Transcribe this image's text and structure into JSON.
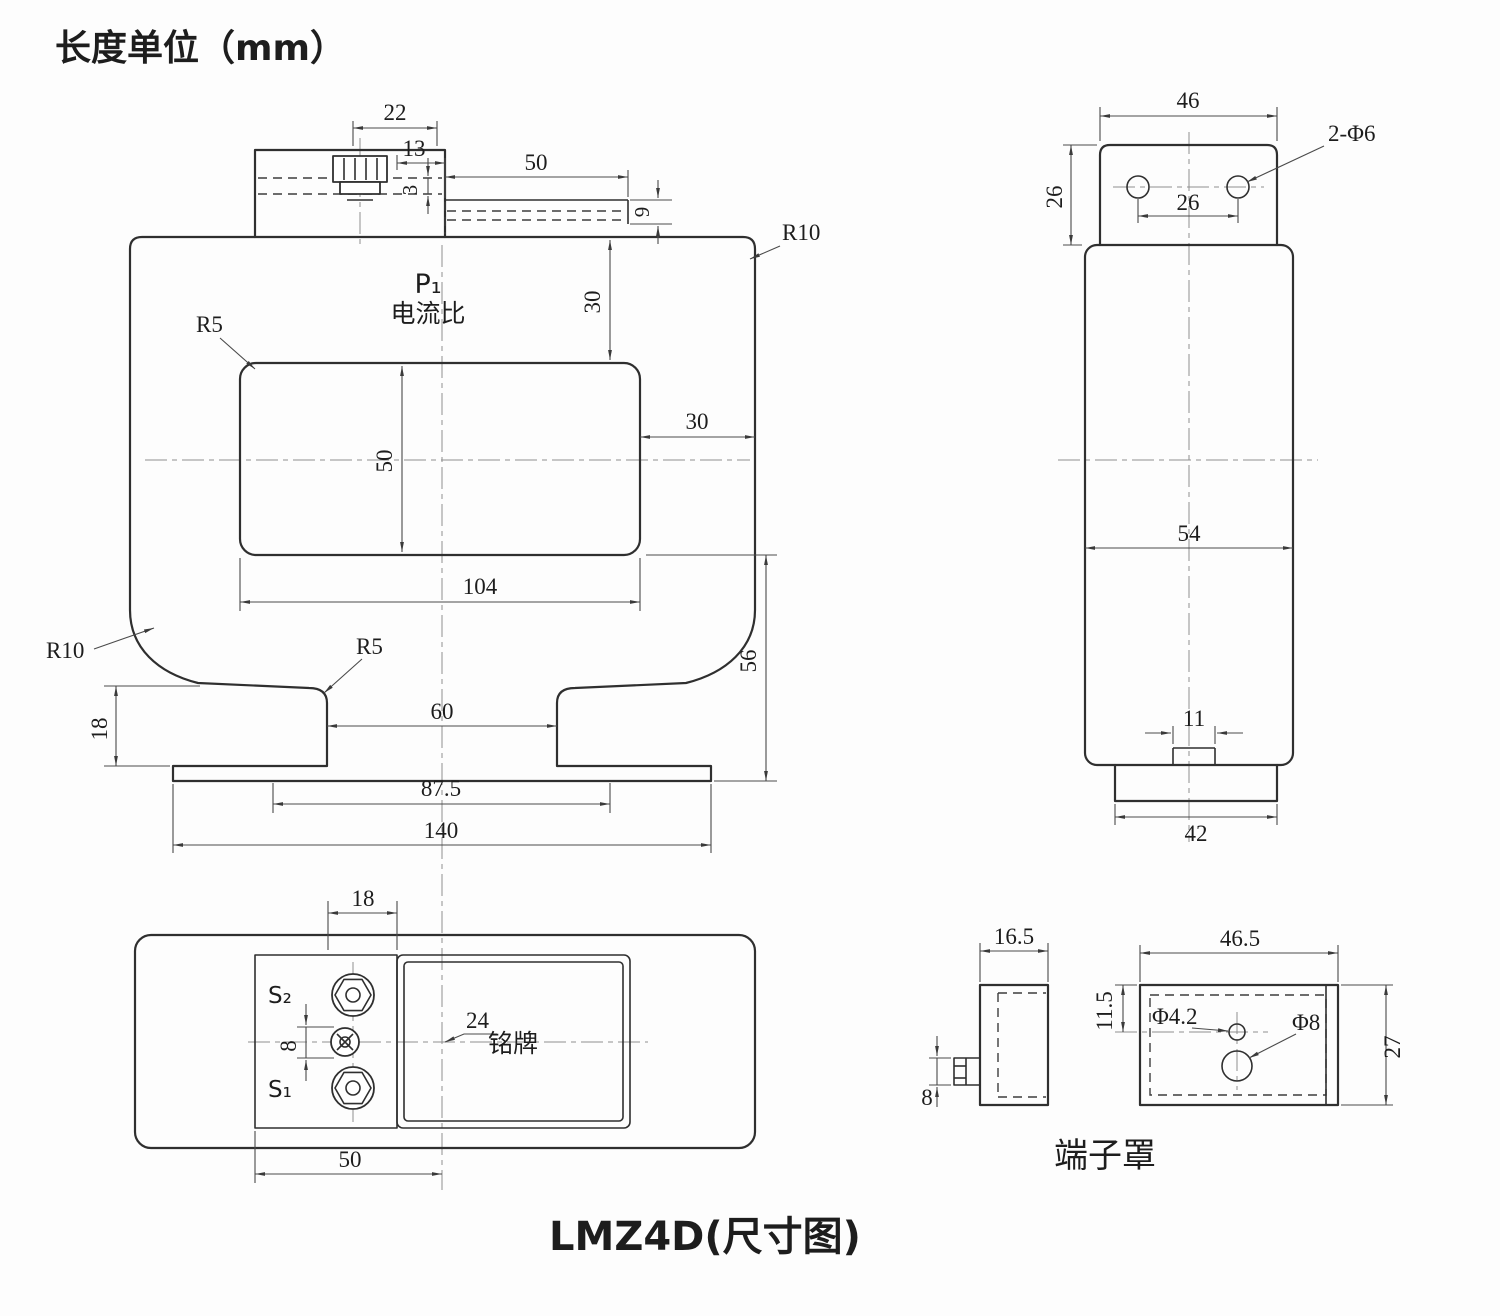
{
  "page": {
    "unit_label": "长度单位（mm）",
    "title": "LMZ4D(尺寸图)"
  },
  "front_view": {
    "p1": "P₁",
    "current_ratio": "电流比",
    "dim_22": "22",
    "dim_13": "13",
    "dim_3": "3",
    "dim_50_top": "50",
    "dim_9": "9",
    "r10_top": "R10",
    "dim_30_vert": "30",
    "r5_window": "R5",
    "dim_50_window": "50",
    "dim_30_side": "30",
    "dim_104": "104",
    "r10_bottom": "R10",
    "r5_foot": "R5",
    "dim_56": "56",
    "dim_18": "18",
    "dim_60": "60",
    "dim_87_5": "87.5",
    "dim_140": "140"
  },
  "side_view": {
    "dim_46": "46",
    "dim_26_tab": "26",
    "holes_label": "2-Φ6",
    "dim_26_holes": "26",
    "dim_54": "54",
    "dim_11": "11",
    "dim_42": "42"
  },
  "bottom_view": {
    "s2": "S₂",
    "s1": "S₁",
    "nameplate": "铭牌",
    "dim_18": "18",
    "dim_24": "24",
    "dim_8": "8",
    "dim_50": "50"
  },
  "cover_view": {
    "label": "端子罩",
    "dim_16_5": "16.5",
    "dim_8": "8",
    "dim_46_5": "46.5",
    "dim_11_5": "11.5",
    "dim_phi_4_2": "Φ4.2",
    "dim_phi_8": "Φ8",
    "dim_27": "27"
  }
}
